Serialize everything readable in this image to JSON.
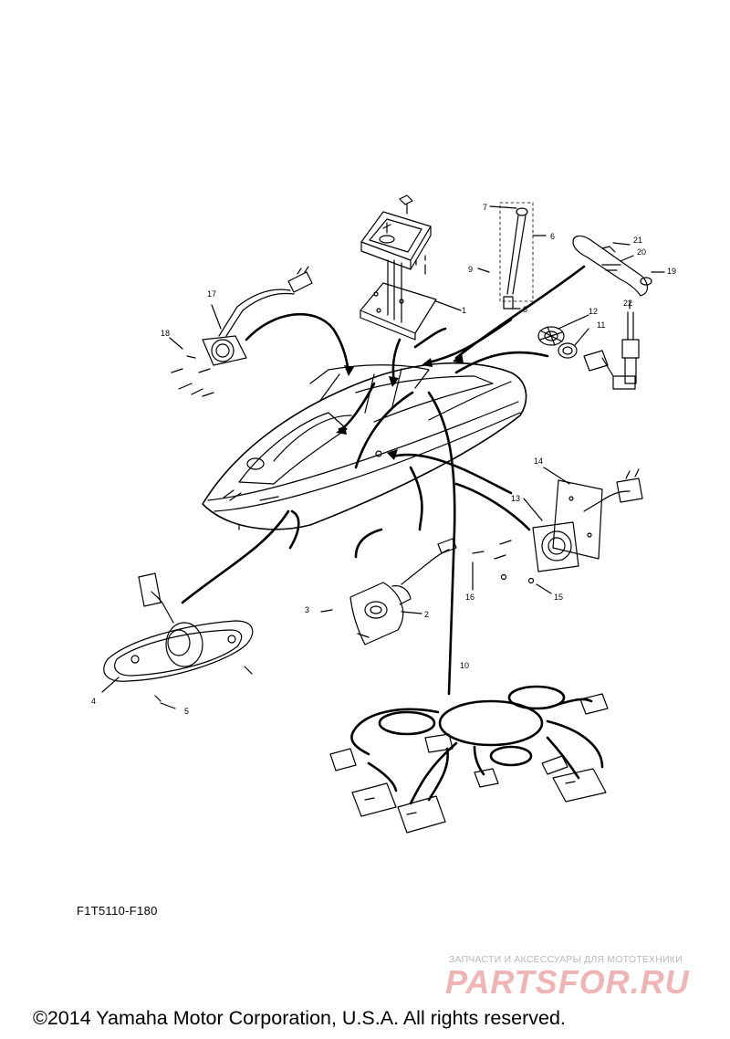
{
  "callouts": [
    "1",
    "2",
    "3",
    "4",
    "5",
    "6",
    "7",
    "8",
    "9",
    "10",
    "11",
    "12",
    "13",
    "14",
    "15",
    "16",
    "17",
    "18",
    "19",
    "20",
    "21",
    "22"
  ],
  "diagram_code": "F1T5110-F180",
  "watermark": {
    "tagline": "ЗАПЧАСТИ И АКСЕССУАРЫ ДЛЯ МОТОТЕХНИКИ",
    "logo": "PARTSFOR.RU",
    "color": "#f0b4b4"
  },
  "copyright": "©2014 Yamaha Motor Corporation, U.S.A. All rights reserved."
}
